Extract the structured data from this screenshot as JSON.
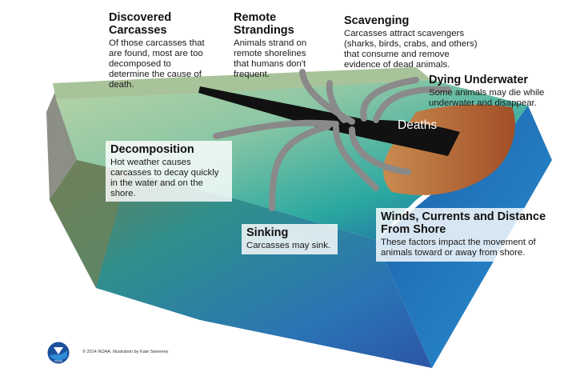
{
  "labels": {
    "discovered": {
      "title": "Discovered Carcasses",
      "text": "Of those carcasses that are found, most are too decomposed to determine the cause of death."
    },
    "remote": {
      "title": "Remote Strandings",
      "text": "Animals strand on remote shorelines that humans don't frequent."
    },
    "scavenging": {
      "title": "Scavenging",
      "text": "Carcasses attract scavengers (sharks, birds, crabs, and others) that consume and remove evidence of dead animals."
    },
    "dying": {
      "title": "Dying Underwater",
      "text": "Some animals may die while underwater and disappear."
    },
    "decomposition": {
      "title": "Decomposition",
      "text": "Hot weather causes carcasses to decay quickly in the water and on the shore."
    },
    "sinking": {
      "title": "Sinking",
      "text": "Carcasses may sink."
    },
    "winds": {
      "title": "Winds, Currents and Distance From Shore",
      "text": "These factors impact the movement of animals toward or away from shore."
    },
    "deaths": "Deaths"
  },
  "logo": {
    "icon": "noaa-logo-icon",
    "text": "NOAA"
  },
  "credit": "© 2014 NOAA. Illustration by Kate Sweeney",
  "colors": {
    "ocean_deep": "#1f5fae",
    "ocean_shallow": "#2fae9a",
    "land_green": "#8fb37a",
    "seafloor": "#5f6f55",
    "sediment_plume": "#a55a2c",
    "arrow_grey": "#8a8a8a",
    "arrow_black": "#111111"
  }
}
